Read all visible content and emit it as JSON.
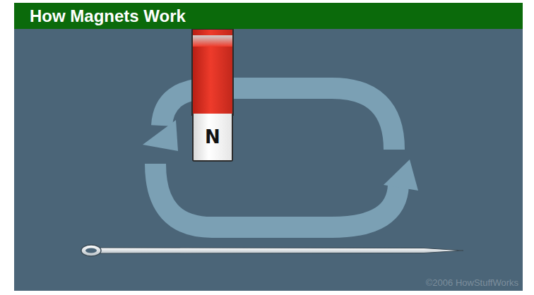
{
  "diagram": {
    "title": "How Magnets Work",
    "nodes": [
      {
        "text": [
          "N"
        ]
      }
    ],
    "labels": [
      "©2006 HowStuffWorks"
    ]
  }
}
